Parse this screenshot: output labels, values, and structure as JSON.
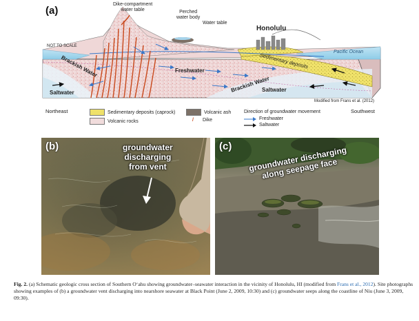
{
  "panel_a": {
    "label": "(a)",
    "labels": {
      "not_to_scale": "NOT TO SCALE",
      "dike_table": "Dike-compartment\nwater table",
      "perched": "Perched\nwater body",
      "water_table": "Water table",
      "honolulu": "Honolulu",
      "pacific": "Pacific Ocean",
      "brackish_left": "Brackish Water",
      "freshwater": "Freshwater",
      "sedimentary_deposits": "Sedimentary deposits",
      "brackish_right": "Brackish Water",
      "saltwater_left": "Saltwater",
      "saltwater_right": "Saltwater",
      "modified": "Modified from Frans et al. (2012)",
      "northeast": "Northeast",
      "southwest": "Southwest"
    },
    "legend": {
      "sedimentary": "Sedimentary deposits (caprock)",
      "volcanic_rocks": "Volcanic rocks",
      "volcanic_ash": "Volcanic ash",
      "dike": "Dike",
      "direction_title": "Direction of groundwater movement",
      "freshwater": "Freshwater",
      "saltwater": "Saltwater"
    }
  },
  "panel_b": {
    "label": "(b)",
    "annotation": "groundwater\ndischarging\nfrom vent"
  },
  "panel_c": {
    "label": "(c)",
    "annotation": "groundwater discharging\nalong seepage face"
  },
  "caption": {
    "lead": "Fig. 2.",
    "text_1": " (a) Schematic geologic cross section of Southern O‘ahu showing groundwater–seawater interaction in the vicinity of Honolulu, HI (modified from ",
    "link": "Frans et al., 2012",
    "text_2": "). Site photographs showing examples of (b) a groundwater vent discharging into nearshore seawater at Black Point (June 2, 2009, 10:30) and (c) groundwater seeps along the coastline of Niu (June 3, 2009, 09:30)."
  }
}
